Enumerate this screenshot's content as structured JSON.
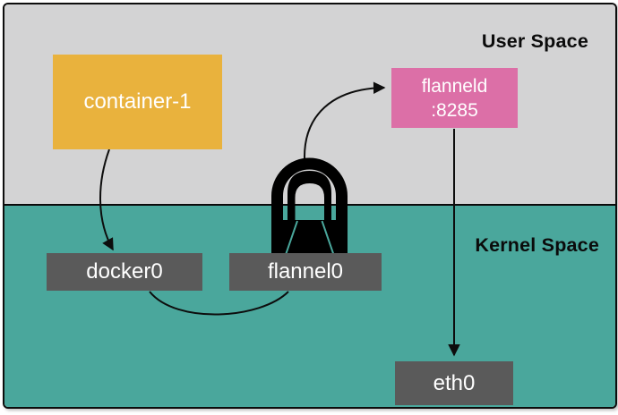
{
  "diagram": {
    "regions": {
      "user": {
        "label": "User Space",
        "bg": "#d3d3d4"
      },
      "kernel": {
        "label": "Kernel Space",
        "bg": "#4aa79c"
      }
    },
    "nodes": {
      "container1": {
        "label": "container-1",
        "bg": "#e9b23d"
      },
      "flanneld": {
        "label": "flanneld",
        "sublabel": ":8285",
        "bg": "#dc6fa7"
      },
      "docker0": {
        "label": "docker0",
        "bg": "#5a5a5a"
      },
      "flannel0": {
        "label": "flannel0",
        "bg": "#5a5a5a"
      },
      "eth0": {
        "label": "eth0",
        "bg": "#5a5a5a"
      }
    },
    "icons": {
      "tunnel": {
        "name": "tunnel-icon",
        "color": "#000000"
      }
    },
    "edges": [
      {
        "from": "container-1",
        "to": "docker0",
        "arrow": true,
        "style": "curved"
      },
      {
        "from": "docker0",
        "to": "flannel0",
        "arrow": false,
        "style": "curved"
      },
      {
        "from": "flannel0-tunnel",
        "to": "flanneld",
        "arrow": true,
        "style": "curved"
      },
      {
        "from": "flanneld",
        "to": "eth0",
        "arrow": true,
        "style": "straight"
      }
    ],
    "colors": {
      "line": "#0d0d0d",
      "border": "#0d0d0d",
      "text_light": "#ffffff",
      "text_dark": "#0b0b0b"
    }
  }
}
